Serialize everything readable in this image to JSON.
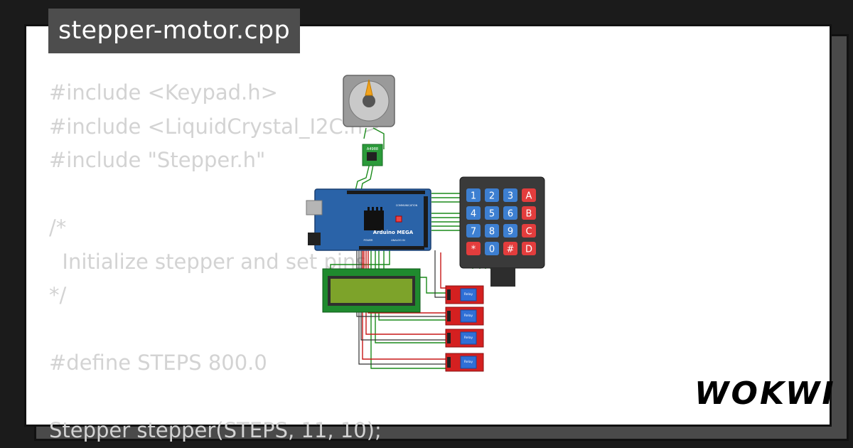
{
  "file_title": "stepper-motor.cpp",
  "code_lines": [
    "#include <Keypad.h>",
    "#include <LiquidCrystal_I2C.h>",
    "#include \"Stepper.h\"",
    "",
    "/*",
    "  Initialize stepper and set pins",
    "*/",
    "",
    "#define STEPS 800.0",
    "",
    "Stepper stepper(STEPS, 11, 10);"
  ],
  "brand": "WOKWI",
  "diagram": {
    "driver_label": "A4988",
    "board_label": "Arduino MEGA",
    "board_digital_label": "COMMUNICATION",
    "board_power_label": "POWER",
    "board_analog_label": "ANALOG IN",
    "keypad_keys": [
      [
        "1",
        "2",
        "3",
        "A"
      ],
      [
        "4",
        "5",
        "6",
        "B"
      ],
      [
        "7",
        "8",
        "9",
        "C"
      ],
      [
        "*",
        "0",
        "#",
        "D"
      ]
    ],
    "relay_label": "Relay",
    "relay_count": 4,
    "colors": {
      "board": "#2a63a8",
      "lcd_frame": "#1f8a2e",
      "lcd_screen": "#7da32a",
      "relay": "#d42020",
      "key_blue": "#3d7fd1",
      "key_red": "#e33d3d",
      "wire_green": "#1a8a1a",
      "wire_red": "#c81818"
    }
  }
}
